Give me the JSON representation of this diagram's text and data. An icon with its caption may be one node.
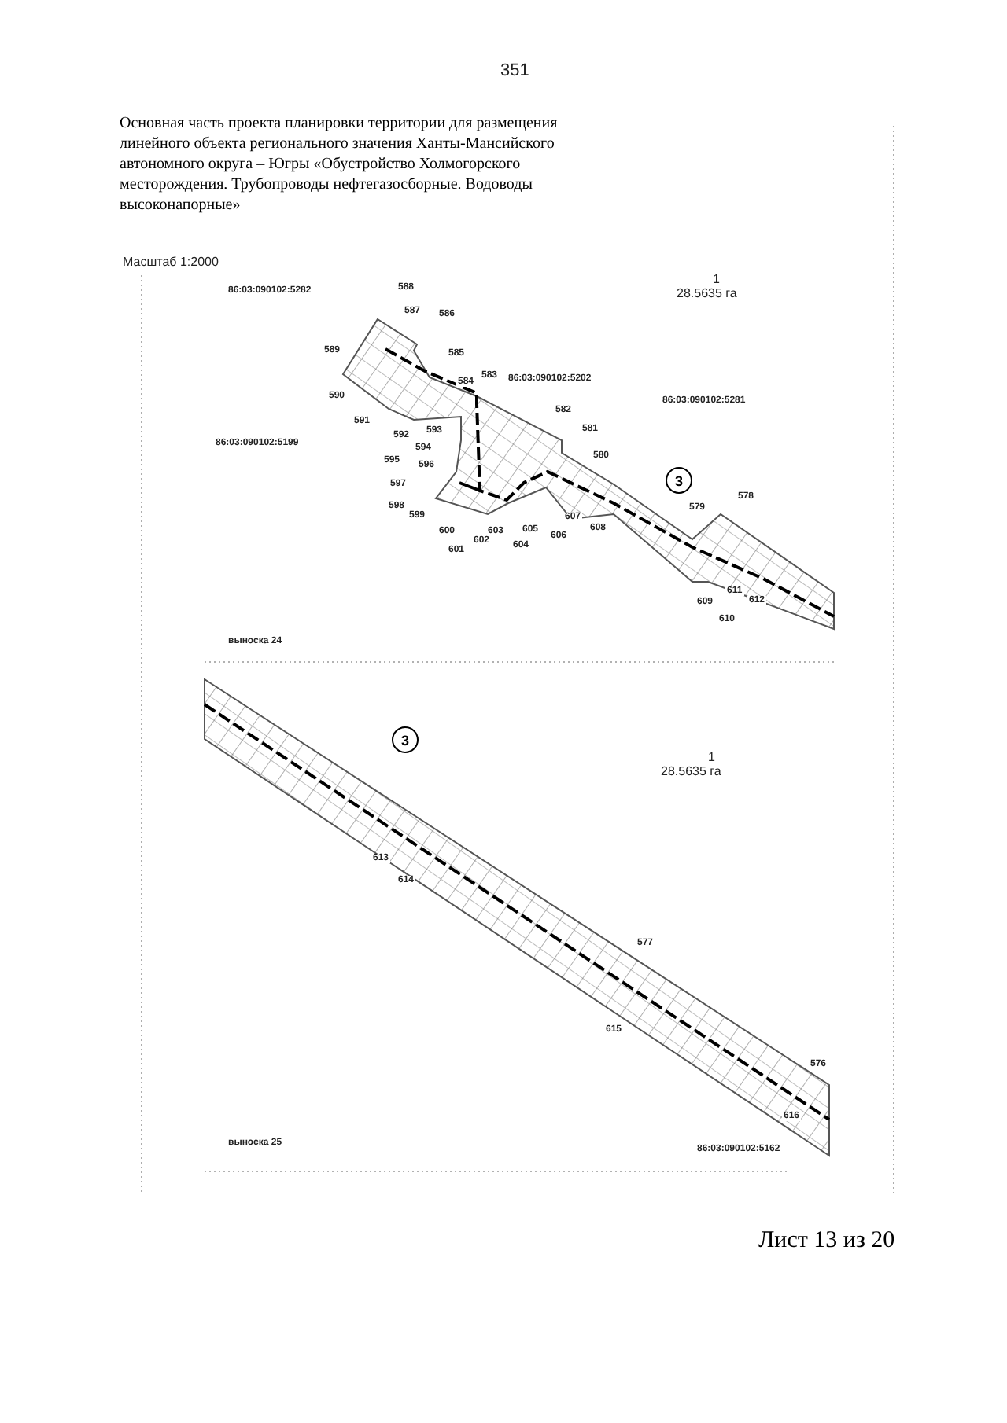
{
  "diagram": {
    "title": "Основная часть проекта планировки территории для размещения линейного объекта регионального значения Ханты-Мансийского автономного округа – Югры «Обустройство Холмогорского месторождения. Трубопроводы нефтегазосборные. Водоводы высоконапорные»",
    "nodes": [
      {
        "text": [
          "3"
        ]
      },
      {
        "text": [
          "3"
        ]
      }
    ],
    "edges": [],
    "labels": [
      "351",
      "Масштаб 1:2000",
      "1",
      "86:03:090102:5282",
      "588",
      "28.5635 га",
      "587",
      "586",
      "589",
      "585",
      "584",
      "583",
      "86:03:090102:5202",
      "590",
      "86:03:090102:5281",
      "582",
      "591",
      "581",
      "592",
      "593",
      "594",
      "86:03:090102:5199",
      "595",
      "580",
      "596",
      "597",
      "579",
      "578",
      "598",
      "599",
      "607",
      "608",
      "600",
      "603",
      "605",
      "602",
      "606",
      "604",
      "601",
      "611",
      "609",
      "612",
      "610",
      "выноска 24",
      "1",
      "28.5635 га",
      "613",
      "614",
      "577",
      "615",
      "576",
      "616",
      "выноска 25",
      "86:03:090102:5162",
      "Лист 13 из 20"
    ]
  }
}
